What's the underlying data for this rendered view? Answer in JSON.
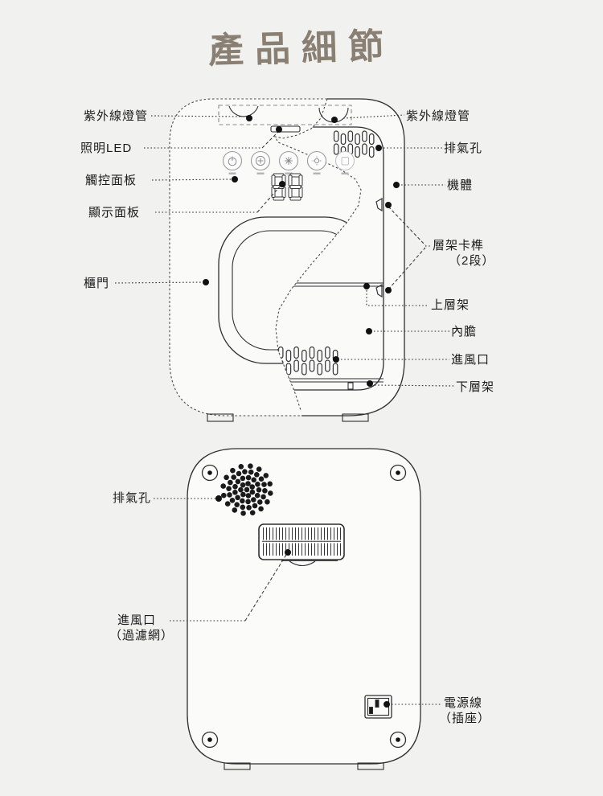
{
  "title": "產品細節",
  "colors": {
    "background": "#f1f1ef",
    "line": "#333333",
    "title_text": "#8a7f73",
    "label_text": "#1b1b1b"
  },
  "front_view": {
    "display_value": "88",
    "control_buttons": [
      "power",
      "auto",
      "dry",
      "light",
      "care"
    ],
    "labels_left": [
      {
        "id": "uv-lamp-left",
        "text": "紫外線燈管"
      },
      {
        "id": "led-light",
        "text": "照明LED"
      },
      {
        "id": "touch-panel",
        "text": "觸控面板"
      },
      {
        "id": "display-panel",
        "text": "顯示面板"
      },
      {
        "id": "door",
        "text": "櫃門"
      }
    ],
    "labels_right": [
      {
        "id": "uv-lamp-right",
        "text": "紫外線燈管"
      },
      {
        "id": "exhaust-vent",
        "text": "排氣孔"
      },
      {
        "id": "machine-body",
        "text": "機體"
      },
      {
        "id": "shelf-latch",
        "text": "層架卡榫",
        "subtext": "（2段）"
      },
      {
        "id": "upper-shelf",
        "text": "上層架"
      },
      {
        "id": "inner-liner",
        "text": "內膽"
      },
      {
        "id": "air-inlet",
        "text": "進風口"
      },
      {
        "id": "lower-shelf",
        "text": "下層架"
      }
    ]
  },
  "back_view": {
    "labels": [
      {
        "id": "exhaust-vent-back",
        "text": "排氣孔"
      },
      {
        "id": "air-inlet-back",
        "text": "進風口",
        "subtext": "（過濾網）"
      },
      {
        "id": "power-cord",
        "text": "電源線",
        "subtext": "（插座）"
      }
    ]
  }
}
